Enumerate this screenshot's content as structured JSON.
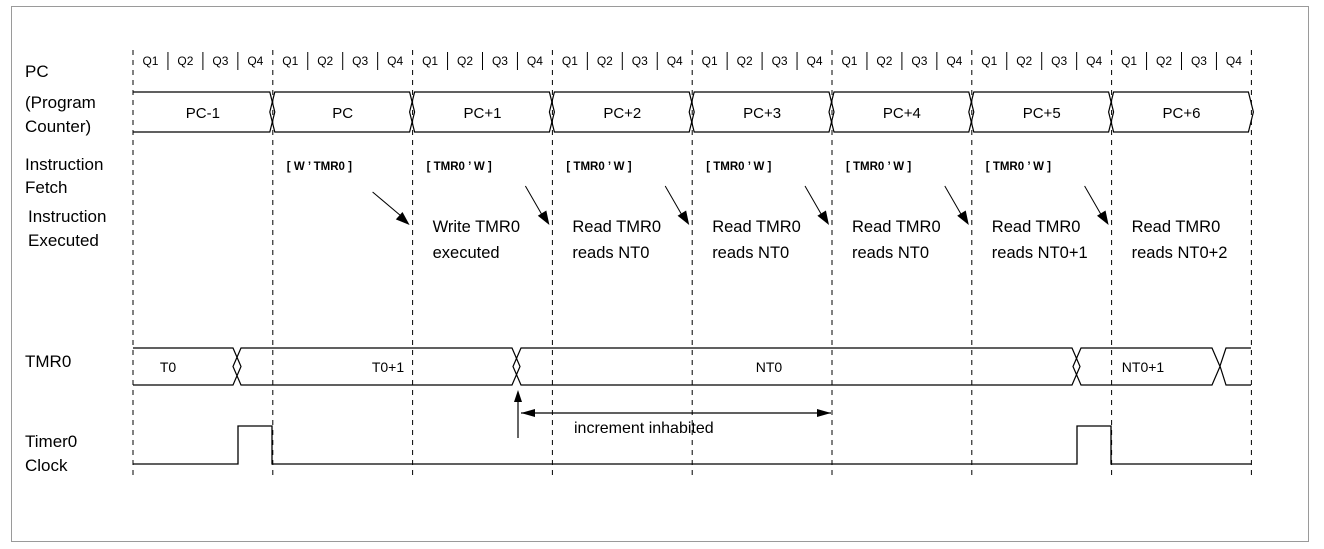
{
  "row_labels": {
    "pc": [
      "PC",
      "(Program",
      "Counter)"
    ],
    "fetch": [
      "Instruction",
      "Fetch"
    ],
    "executed": [
      "Instruction",
      "Executed"
    ],
    "tmr0": "TMR0",
    "clock": [
      "Timer0",
      "Clock"
    ]
  },
  "q_labels": [
    "Q1",
    "Q2",
    "Q3",
    "Q4"
  ],
  "cycles": [
    {
      "pc": "PC-1",
      "fetch": "",
      "exec": [
        "",
        ""
      ]
    },
    {
      "pc": "PC",
      "fetch": "[ W ’ TMR0 ]",
      "exec": [
        "",
        ""
      ]
    },
    {
      "pc": "PC+1",
      "fetch": "[ TMR0 ’ W ]",
      "exec": [
        "Write TMR0",
        "executed"
      ]
    },
    {
      "pc": "PC+2",
      "fetch": "[ TMR0 ’ W ]",
      "exec": [
        "Read TMR0",
        "reads NT0"
      ]
    },
    {
      "pc": "PC+3",
      "fetch": "[ TMR0 ’ W ]",
      "exec": [
        "Read TMR0",
        "reads NT0"
      ]
    },
    {
      "pc": "PC+4",
      "fetch": "[ TMR0 ’ W ]",
      "exec": [
        "Read TMR0",
        "reads NT0"
      ]
    },
    {
      "pc": "PC+5",
      "fetch": "[ TMR0 ’ W ]",
      "exec": [
        "Read TMR0",
        "reads NT0+1"
      ]
    },
    {
      "pc": "PC+6",
      "fetch": "",
      "exec": [
        "Read TMR0",
        "reads NT0+2"
      ]
    }
  ],
  "tmr0_values": [
    "T0",
    "T0+1",
    "NT0",
    "NT0+1"
  ],
  "annotation": "increment inhabited"
}
